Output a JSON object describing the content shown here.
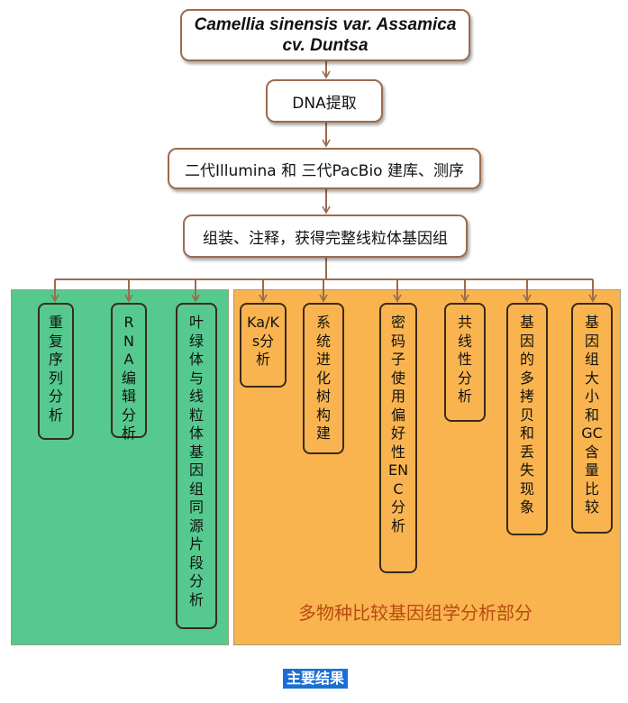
{
  "nodes": {
    "species": "Camellia sinensis var. Assamica\ncv. Duntsa",
    "dna": "DNA提取",
    "sequencing": "二代Illumina 和 三代PacBio 建库、测序",
    "assembly": "组装、注释，获得完整线粒体基因组"
  },
  "green_section": {
    "color": "#55c98e",
    "items": [
      "重复序列分析",
      "RNA编辑分析",
      "叶绿体与线粒体基因组同源片段分析"
    ]
  },
  "orange_section": {
    "color": "#f9b44f",
    "items": [
      "Ka/Ks分析",
      "系统进化树构建",
      "密码子使用偏好性ENC分析",
      "共线性分析",
      "基因的多拷贝和丢失现象",
      "基因组大小和GC含量比较"
    ],
    "label": "多物种比较基因组学分析部分"
  },
  "footer_badge": "主要结果",
  "colors": {
    "connector": "#9b6b4e",
    "box_border": "#9b6b4e"
  }
}
